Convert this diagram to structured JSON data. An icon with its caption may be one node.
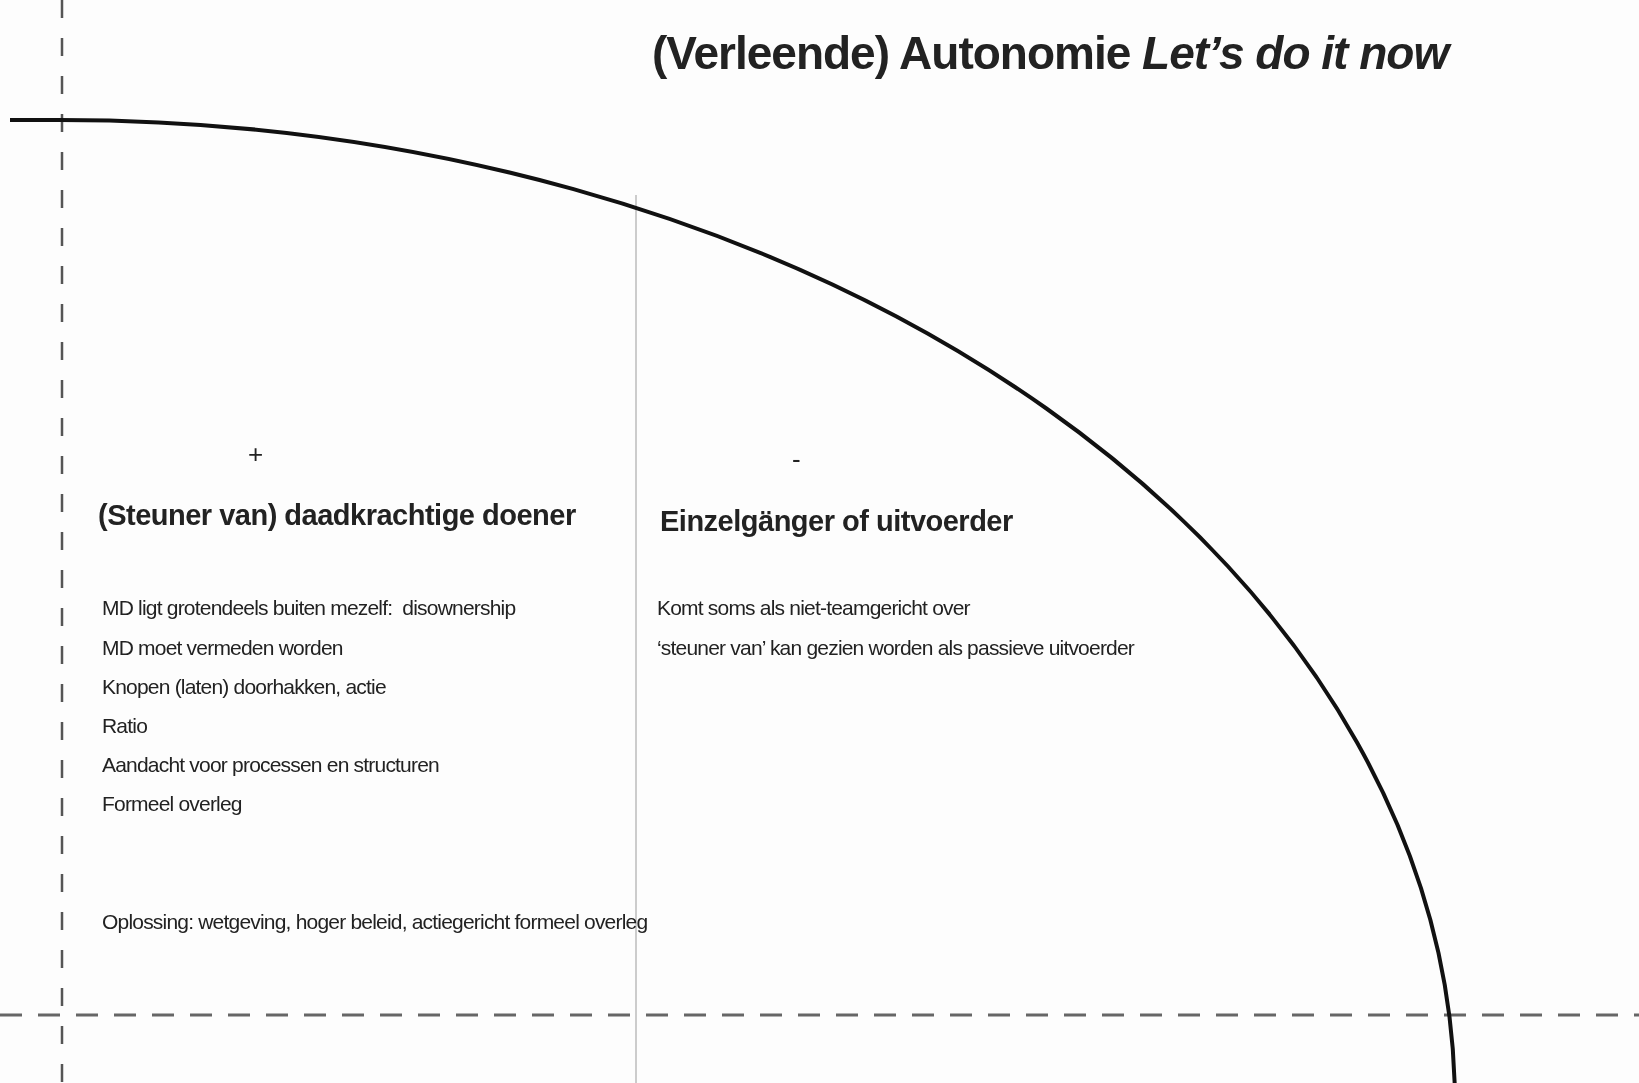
{
  "diagram": {
    "title": "(Verleende) Autonomie *Let’s do it now*",
    "labels": [
      "+",
      "(Steuner van) daadkrachtige doener",
      "MD ligt grotendeels buiten mezelf:  disownership",
      "MD moet vermeden worden",
      "Knopen (laten) doorhakken, actie",
      "Ratio",
      "Aandacht voor processen en structuren",
      "Formeel overleg",
      "-",
      "Einzelgänger of uitvoerder",
      "Komt soms als niet-teamgericht over",
      "‘steuner van’ kan gezien worden als passieve uitvoerder",
      "Oplossing: wetgeving, hoger beleid, actiegericht formeel overleg"
    ]
  }
}
